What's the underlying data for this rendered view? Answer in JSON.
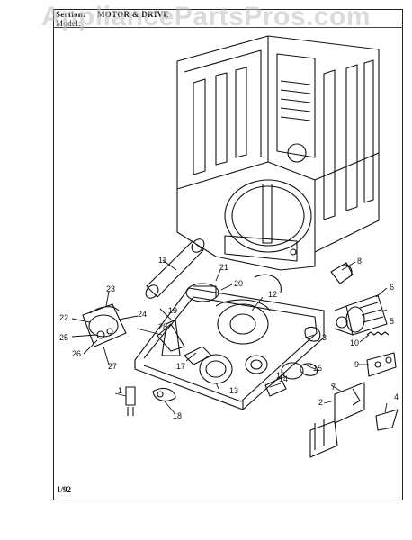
{
  "header": {
    "section_label": "Section:",
    "section_value": "MOTOR & DRIVE",
    "model_label": "Model:",
    "model_value": "",
    "watermark": "AppliancePartsPros.com"
  },
  "callouts": [
    "1",
    "2",
    "3",
    "4",
    "5",
    "6",
    "7",
    "8",
    "9",
    "10",
    "11",
    "12",
    "13",
    "14",
    "15",
    "16",
    "17",
    "18",
    "19",
    "20",
    "21",
    "22",
    "23",
    "24",
    "25",
    "26",
    "27",
    "28"
  ],
  "footer": {
    "date": "1/92"
  },
  "colors": {
    "ink": "#111111",
    "watermark": "#bebebe",
    "paper": "#ffffff"
  }
}
